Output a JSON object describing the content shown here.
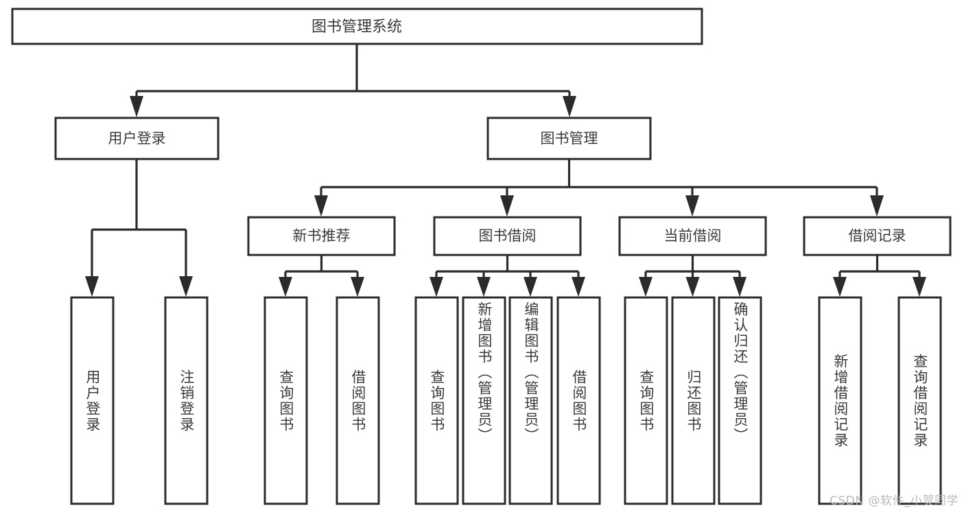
{
  "diagram": {
    "type": "tree-hierarchy",
    "title": "图书管理系统",
    "orientation": "top-down",
    "root": {
      "id": "root",
      "label": "图书管理系统"
    },
    "level2": [
      {
        "id": "user-login",
        "label": "用户登录"
      },
      {
        "id": "book-manage",
        "label": "图书管理"
      }
    ],
    "level3": [
      {
        "id": "new-book-rec",
        "label": "新书推荐",
        "parent": "book-manage"
      },
      {
        "id": "book-borrow",
        "label": "图书借阅",
        "parent": "book-manage"
      },
      {
        "id": "current-borrow",
        "label": "当前借阅",
        "parent": "book-manage"
      },
      {
        "id": "borrow-record",
        "label": "借阅记录",
        "parent": "book-manage"
      }
    ],
    "leaves": [
      {
        "id": "leaf-user-login",
        "label": "用户登录",
        "parent": "user-login"
      },
      {
        "id": "leaf-user-logout",
        "label": "注销登录",
        "parent": "user-login"
      },
      {
        "id": "leaf-query-book-1",
        "label": "查询图书",
        "parent": "new-book-rec"
      },
      {
        "id": "leaf-borrow-book-1",
        "label": "借阅图书",
        "parent": "new-book-rec"
      },
      {
        "id": "leaf-query-book-2",
        "label": "查询图书",
        "parent": "book-borrow"
      },
      {
        "id": "leaf-add-book",
        "label": "新增图书（管理员）",
        "parent": "book-borrow"
      },
      {
        "id": "leaf-edit-book",
        "label": "编辑图书（管理员）",
        "parent": "book-borrow"
      },
      {
        "id": "leaf-borrow-book-2",
        "label": "借阅图书",
        "parent": "book-borrow"
      },
      {
        "id": "leaf-query-book-3",
        "label": "查询图书",
        "parent": "current-borrow"
      },
      {
        "id": "leaf-return-book",
        "label": "归还图书",
        "parent": "current-borrow"
      },
      {
        "id": "leaf-confirm-return",
        "label": "确认归还（管理员）",
        "parent": "current-borrow"
      },
      {
        "id": "leaf-add-record",
        "label": "新增借阅记录",
        "parent": "borrow-record"
      },
      {
        "id": "leaf-query-record",
        "label": "查询借阅记录",
        "parent": "borrow-record"
      }
    ],
    "colors": {
      "stroke": "#2b2b2b",
      "fill": "#ffffff",
      "text": "#3a3a3a",
      "background": "#ffffff",
      "watermark": "#b9b9b9"
    }
  },
  "watermark": {
    "text": "CSDN @软件_小贺同学"
  }
}
